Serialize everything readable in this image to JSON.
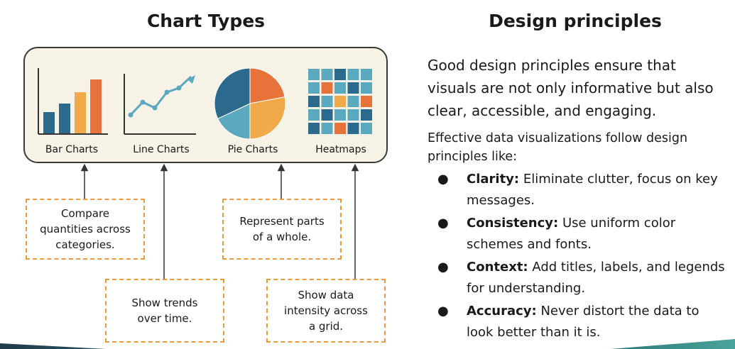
{
  "left_title": "Chart Types",
  "right_title": "Design principles",
  "charts": [
    {
      "label": "Bar Charts",
      "callout": "Compare\nquantities across\ncategories."
    },
    {
      "label": "Line Charts",
      "callout": "Show trends\nover time."
    },
    {
      "label": "Pie Charts",
      "callout": "Represent parts\nof a whole."
    },
    {
      "label": "Heatmaps",
      "callout": "Show data\nintensity across\na grid."
    }
  ],
  "principles": {
    "intro": "Good design principles ensure that visuals are not only informative but also clear, accessible, and engaging.",
    "lead": "Effective data visualizations follow design principles like:",
    "bullet": "●",
    "items": [
      {
        "term": "Clarity:",
        "text": " Eliminate clutter, focus on key messages."
      },
      {
        "term": "Consistency:",
        "text": " Use uniform color schemes and fonts."
      },
      {
        "term": "Context:",
        "text": " Add titles, labels, and legends for understanding."
      },
      {
        "term": "Accuracy:",
        "text": " Never distort the data to look better than it is."
      }
    ]
  },
  "colors": {
    "navy": "#2b6a8c",
    "teal": "#5ba9bf",
    "orange": "#f0aa4a",
    "red_orange": "#e8733a",
    "panel_bg": "#f7f2e6",
    "callout_border": "#ec9a3f"
  },
  "icons": {
    "bar": [
      {
        "value": 30,
        "color": "navy"
      },
      {
        "value": 42,
        "color": "navy"
      },
      {
        "value": 58,
        "color": "orange"
      },
      {
        "value": 76,
        "color": "red_orange"
      }
    ],
    "line": [
      10,
      28,
      20,
      42,
      48,
      64
    ],
    "pie": [
      {
        "value": 22,
        "color": "red_orange"
      },
      {
        "value": 28,
        "color": "orange"
      },
      {
        "value": 18,
        "color": "teal"
      },
      {
        "value": 32,
        "color": "navy"
      }
    ],
    "heatmap": [
      [
        "teal",
        "teal",
        "navy",
        "teal",
        "teal"
      ],
      [
        "teal",
        "red_orange",
        "teal",
        "navy",
        "teal"
      ],
      [
        "navy",
        "teal",
        "orange",
        "teal",
        "red_orange"
      ],
      [
        "teal",
        "navy",
        "teal",
        "teal",
        "navy"
      ],
      [
        "navy",
        "teal",
        "red_orange",
        "navy",
        "teal"
      ]
    ]
  }
}
